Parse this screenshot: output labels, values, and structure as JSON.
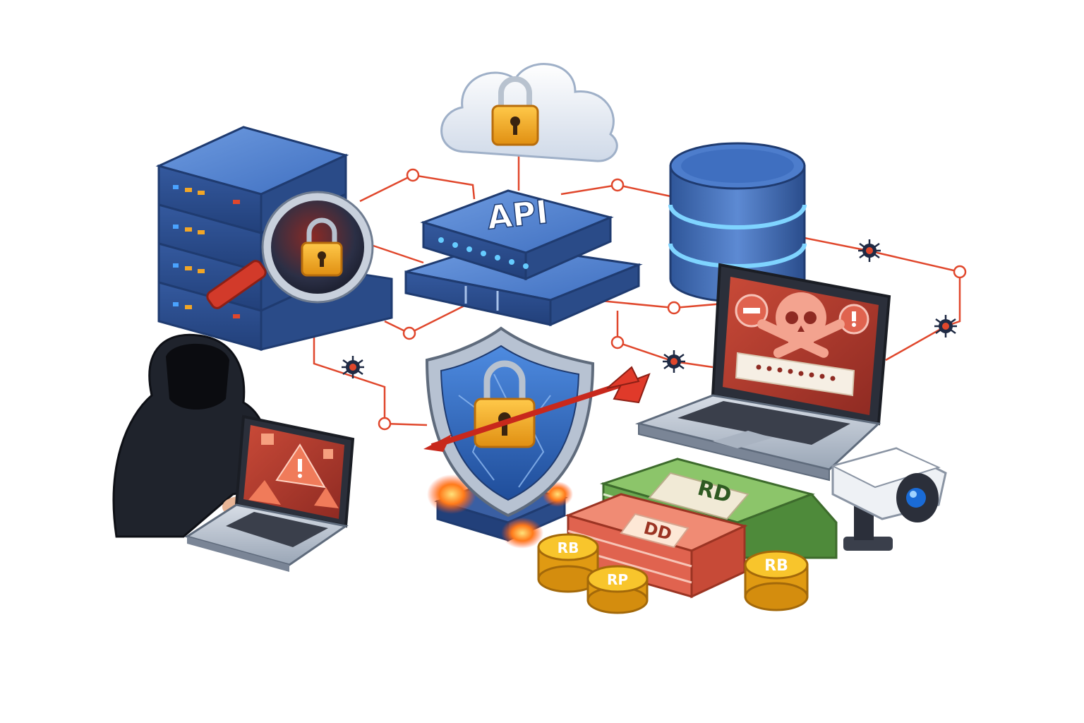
{
  "api_label": "API",
  "money": {
    "green_label": "RD",
    "red_label": "DD",
    "coins": [
      "RB",
      "RP",
      "RB"
    ]
  },
  "colors": {
    "navy": "#2c4f8f",
    "blue": "#3f6fc0",
    "light_blue": "#5e8fd8",
    "link_red": "#e0472c",
    "lock_gold": "#f2a626",
    "screen_red": "#b3372a",
    "hacker": "#1f232c",
    "cash_green": "#6aa84f",
    "cash_red": "#e0634f",
    "coin_gold": "#f2b21c"
  },
  "icons": [
    "cloud-icon",
    "padlock-icon",
    "api-gateway-icon",
    "server-rack-icon",
    "magnifier-icon",
    "database-icon",
    "laptop-icon",
    "skull-icon",
    "hacker-icon",
    "warning-icon",
    "shield-icon",
    "arrow-icon",
    "cash-stack-icon",
    "coin-icon",
    "security-camera-icon",
    "bug-icon"
  ]
}
